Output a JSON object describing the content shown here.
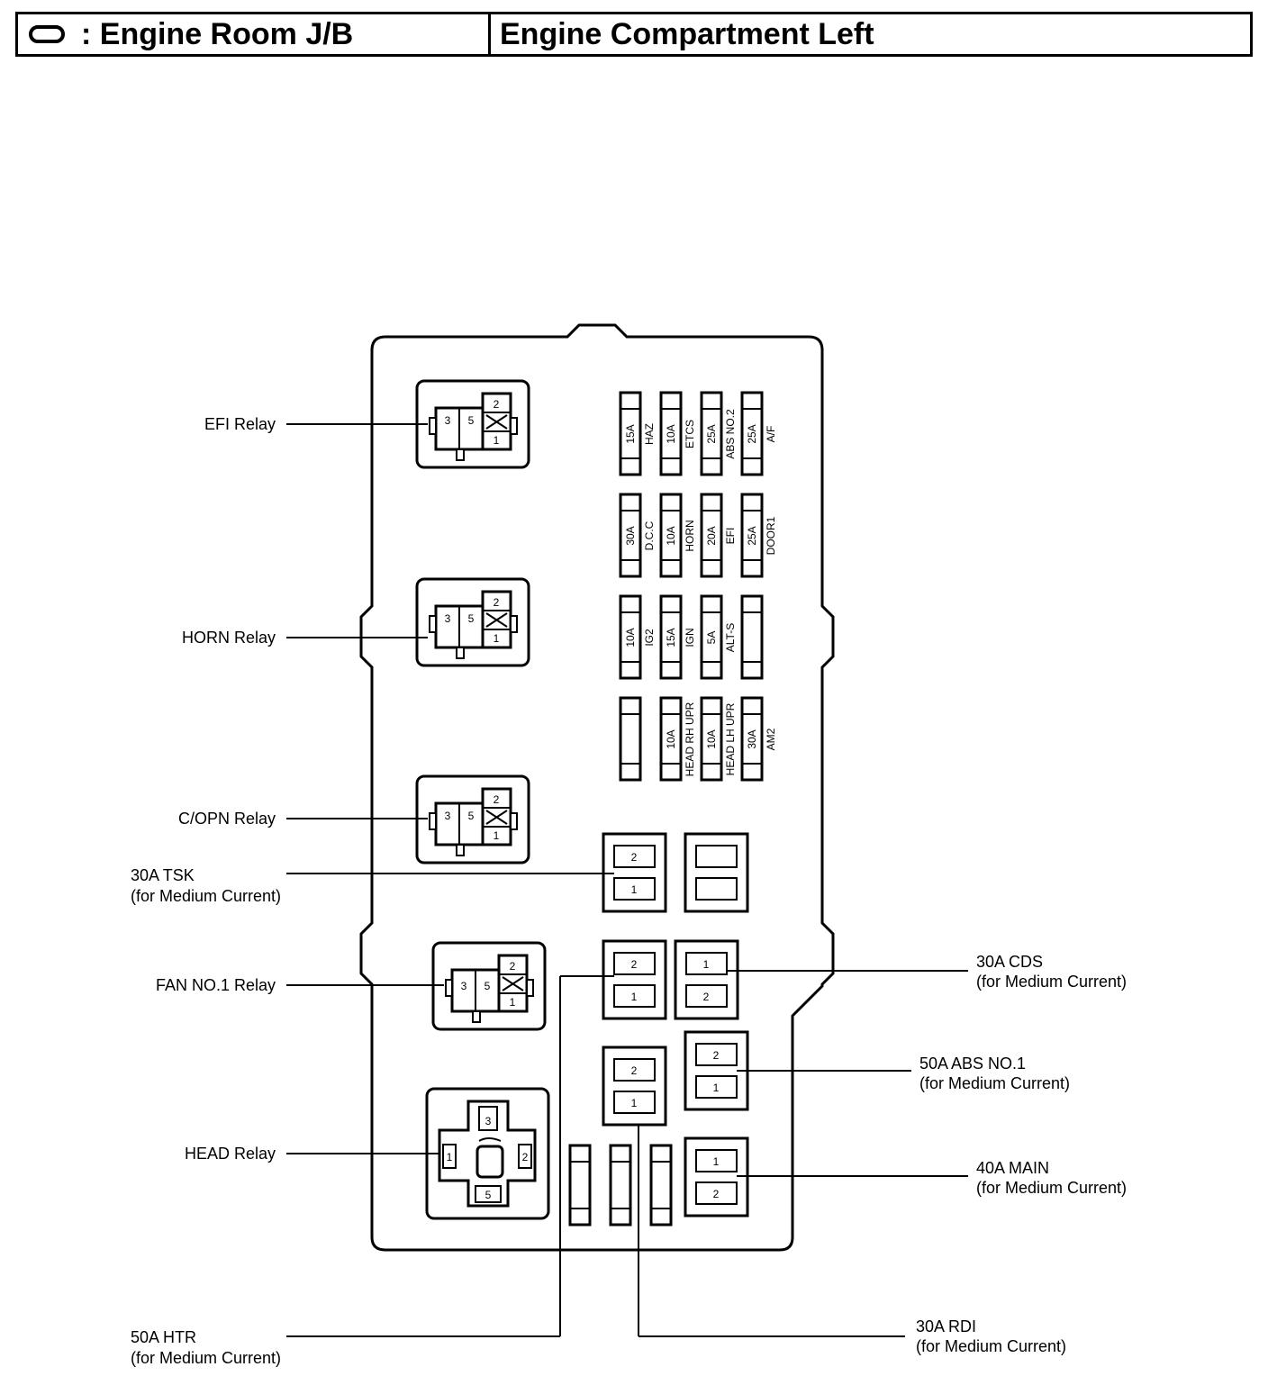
{
  "header": {
    "connector_code_icon": "oval-connector-icon",
    "left_title": ": Engine Room J/B",
    "right_title": "Engine Compartment Left"
  },
  "relays": {
    "efi": "EFI Relay",
    "horn": "HORN Relay",
    "copn": "C/OPN Relay",
    "fan1": "FAN NO.1 Relay",
    "head": "HEAD Relay"
  },
  "medium_fuses": {
    "tsk": {
      "name": "30A TSK",
      "note": "(for Medium Current)"
    },
    "cds": {
      "name": "30A CDS",
      "note": "(for Medium Current)"
    },
    "abs1": {
      "name": "50A ABS NO.1",
      "note": "(for Medium Current)"
    },
    "main": {
      "name": "40A MAIN",
      "note": "(for Medium Current)"
    },
    "htr": {
      "name": "50A HTR",
      "note": "(for Medium Current)"
    },
    "rdi": {
      "name": "30A RDI",
      "note": "(for Medium Current)"
    }
  },
  "pins": {
    "p1": "1",
    "p2": "2",
    "p3": "3",
    "p5": "5"
  },
  "fuses": {
    "row1": [
      {
        "amp": "15A",
        "name": "HAZ"
      },
      {
        "amp": "10A",
        "name": "ETCS"
      },
      {
        "amp": "25A",
        "name": "ABS NO.2"
      },
      {
        "amp": "25A",
        "name": "A/F"
      }
    ],
    "row2": [
      {
        "amp": "30A",
        "name": "D.C.C"
      },
      {
        "amp": "10A",
        "name": "HORN"
      },
      {
        "amp": "20A",
        "name": "EFI"
      },
      {
        "amp": "25A",
        "name": "DOOR1"
      }
    ],
    "row3": [
      {
        "amp": "10A",
        "name": "IG2"
      },
      {
        "amp": "15A",
        "name": "IGN"
      },
      {
        "amp": "5A",
        "name": "ALT-S"
      },
      {
        "amp": "",
        "name": ""
      }
    ],
    "row4": [
      {
        "amp": "",
        "name": ""
      },
      {
        "amp": "10A",
        "name": "HEAD RH UPR"
      },
      {
        "amp": "10A",
        "name": "HEAD LH UPR"
      },
      {
        "amp": "30A",
        "name": "AM2"
      }
    ]
  }
}
